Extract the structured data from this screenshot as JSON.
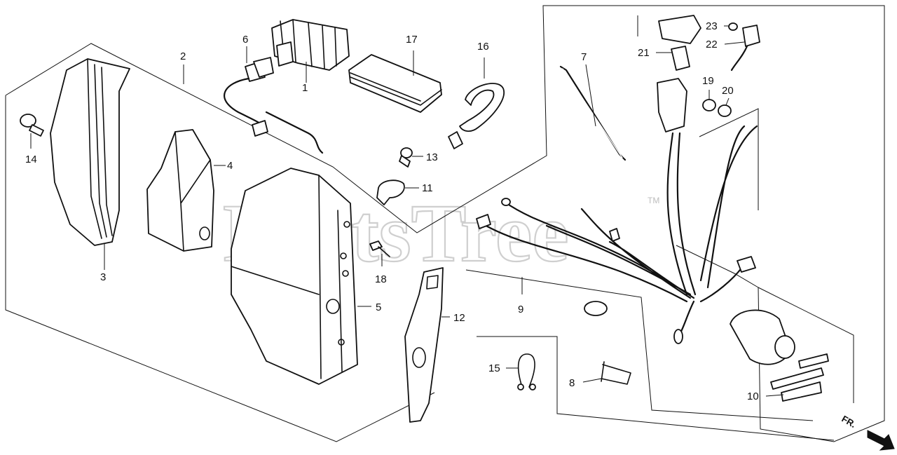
{
  "watermark": {
    "text": "PartsTree",
    "trademark": "TM"
  },
  "direction_marker": {
    "text": "FR."
  },
  "callouts": [
    "1",
    "2",
    "3",
    "4",
    "5",
    "6",
    "7",
    "8",
    "9",
    "10",
    "11",
    "12",
    "13",
    "14",
    "15",
    "16",
    "17",
    "18",
    "19",
    "20",
    "21",
    "22",
    "23"
  ]
}
